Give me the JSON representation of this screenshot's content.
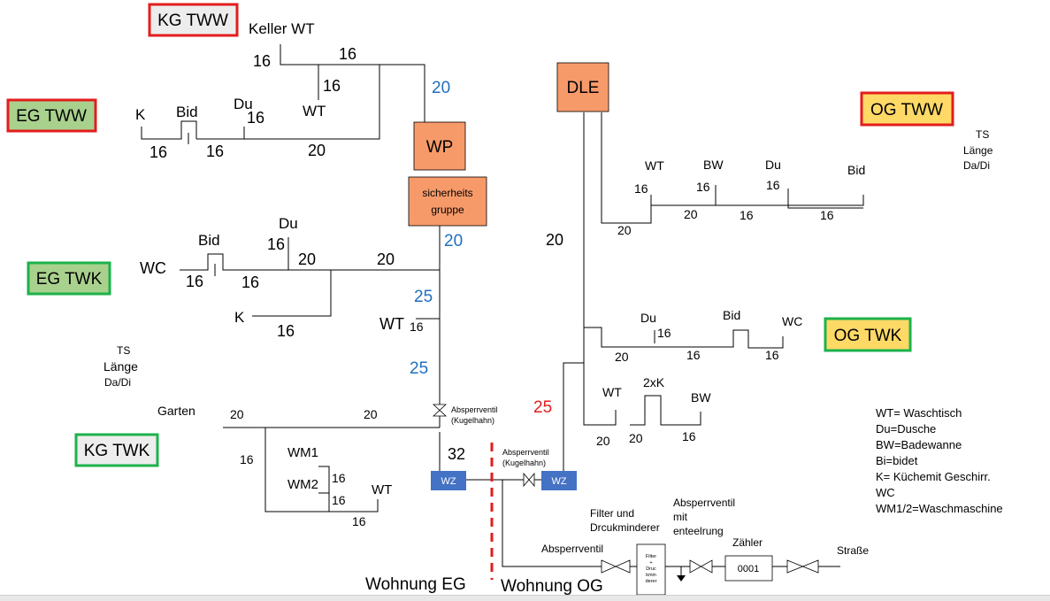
{
  "labels": {
    "kg_tww": "KG TWW",
    "eg_tww": "EG TWW",
    "eg_twk": "EG TWK",
    "kg_twk": "KG TWK",
    "og_tww": "OG TWW",
    "og_twk": "OG TWK",
    "wp": "WP",
    "dle": "DLE",
    "sicherheits": "sicherheits",
    "gruppe": "gruppe",
    "wz": "WZ",
    "zaehler_value": "0001",
    "filter_small_1": "Filter",
    "filter_small_2": "+",
    "filter_small_3": "Druc",
    "filter_small_4": "kmin",
    "filter_small_5": "derer",
    "keller_wt": "Keller WT",
    "k": "K",
    "bid": "Bid",
    "du": "Du",
    "wt": "WT",
    "wc": "WC",
    "bw": "BW",
    "twok": "2xK",
    "wm1": "WM1",
    "wm2": "WM2",
    "garten": "Garten",
    "ts": "TS",
    "laenge": "Länge",
    "dadi": "Da/Di",
    "absperrventil": "Absperrventil",
    "kugelhahn": "(Kugelhahn)",
    "filter_und": "Filter und",
    "druckminderer": "Drcukminderer",
    "mit": "mit",
    "enteelrung": "enteelrung",
    "zaehler": "Zähler",
    "strasse": "Straße",
    "wohnung_eg": "Wohnung EG",
    "wohnung_og": "Wohnung OG",
    "n16": "16",
    "n20": "20",
    "n25": "25",
    "n32": "32"
  },
  "legend": [
    "WT= Waschtisch",
    "Du=Dusche",
    "BW=Badewanne",
    "Bi=bidet",
    "K= Küchemit Geschirr.",
    "WC",
    "WM1/2=Waschmaschine"
  ],
  "colors": {
    "wp_fill": "#F79A6A",
    "dle_fill": "#F79A6A",
    "sicherheit_fill": "#F79A6A",
    "wz_fill": "#4472C4",
    "green_fill": "#A9D18E",
    "yellow_fill": "#FFD966",
    "grey_fill": "#EDEDED",
    "red_border": "#E31D1D",
    "green_border": "#1CB24B",
    "blue_text": "#1F6FBF",
    "red_text": "#E31D1D",
    "separator": "#E31D1D"
  }
}
